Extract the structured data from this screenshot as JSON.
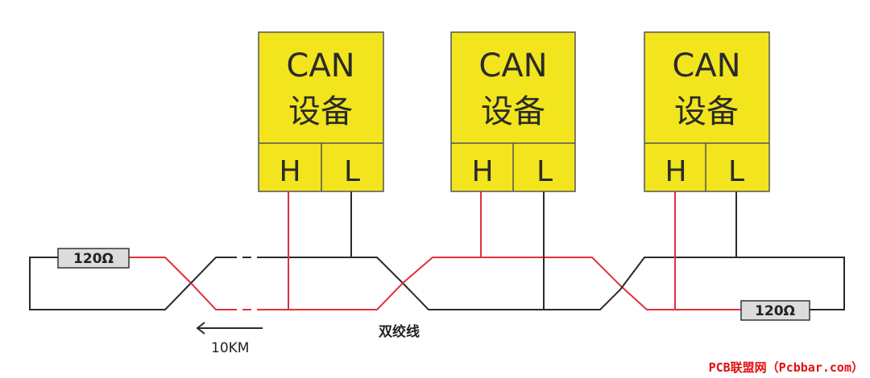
{
  "devices": [
    {
      "title": "CAN",
      "subtitle": "设备",
      "h_label": "H",
      "l_label": "L"
    },
    {
      "title": "CAN",
      "subtitle": "设备",
      "h_label": "H",
      "l_label": "L"
    },
    {
      "title": "CAN",
      "subtitle": "设备",
      "h_label": "H",
      "l_label": "L"
    }
  ],
  "resistors": [
    {
      "label": "120Ω"
    },
    {
      "label": "120Ω"
    }
  ],
  "distance_label": "10KM",
  "cable_label": "双绞线",
  "watermark": "PCB联盟网（Pcbbar.com）",
  "colors": {
    "device_fill": "#f2e51d",
    "device_border": "#555555",
    "can_high_wire": "#e0303a",
    "can_low_wire": "#2a2a2a",
    "resistor_fill": "#dcdcdc",
    "watermark": "#e01010"
  }
}
